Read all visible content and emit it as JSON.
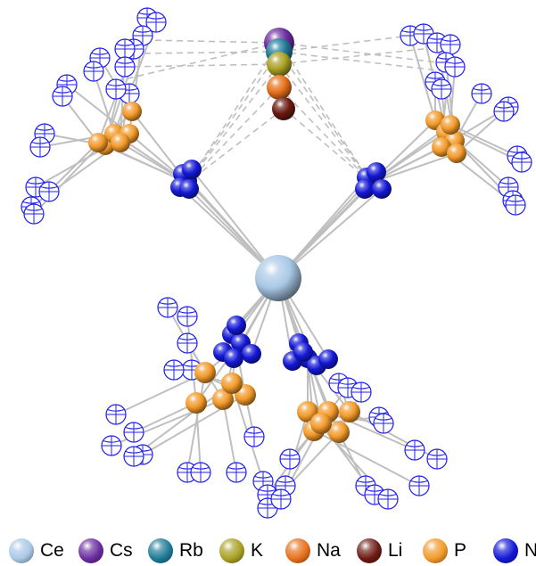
{
  "figure": {
    "atoms": [
      {
        "element": "Ce",
        "color": "#a9c8e6"
      },
      {
        "element": "Cs",
        "color": "#6a2c9e"
      },
      {
        "element": "Rb",
        "color": "#1f7a96"
      },
      {
        "element": "K",
        "color": "#a9a024"
      },
      {
        "element": "Na",
        "color": "#e6701c"
      },
      {
        "element": "Li",
        "color": "#6b1a12"
      },
      {
        "element": "P",
        "color": "#f29a2a"
      },
      {
        "element": "N",
        "color": "#1418d6"
      }
    ],
    "bond_color": "#bfbfbf",
    "hydrogen_outline_color": "#2020ee",
    "legend": [
      {
        "element": "Ce",
        "color": "#a9c8e6"
      },
      {
        "element": "Cs",
        "color": "#6a2c9e"
      },
      {
        "element": "Rb",
        "color": "#1f7a96"
      },
      {
        "element": "K",
        "color": "#a9a024"
      },
      {
        "element": "Na",
        "color": "#e6701c"
      },
      {
        "element": "Li",
        "color": "#6b1a12"
      },
      {
        "element": "P",
        "color": "#f29a2a"
      },
      {
        "element": "N",
        "color": "#1418d6"
      }
    ]
  }
}
